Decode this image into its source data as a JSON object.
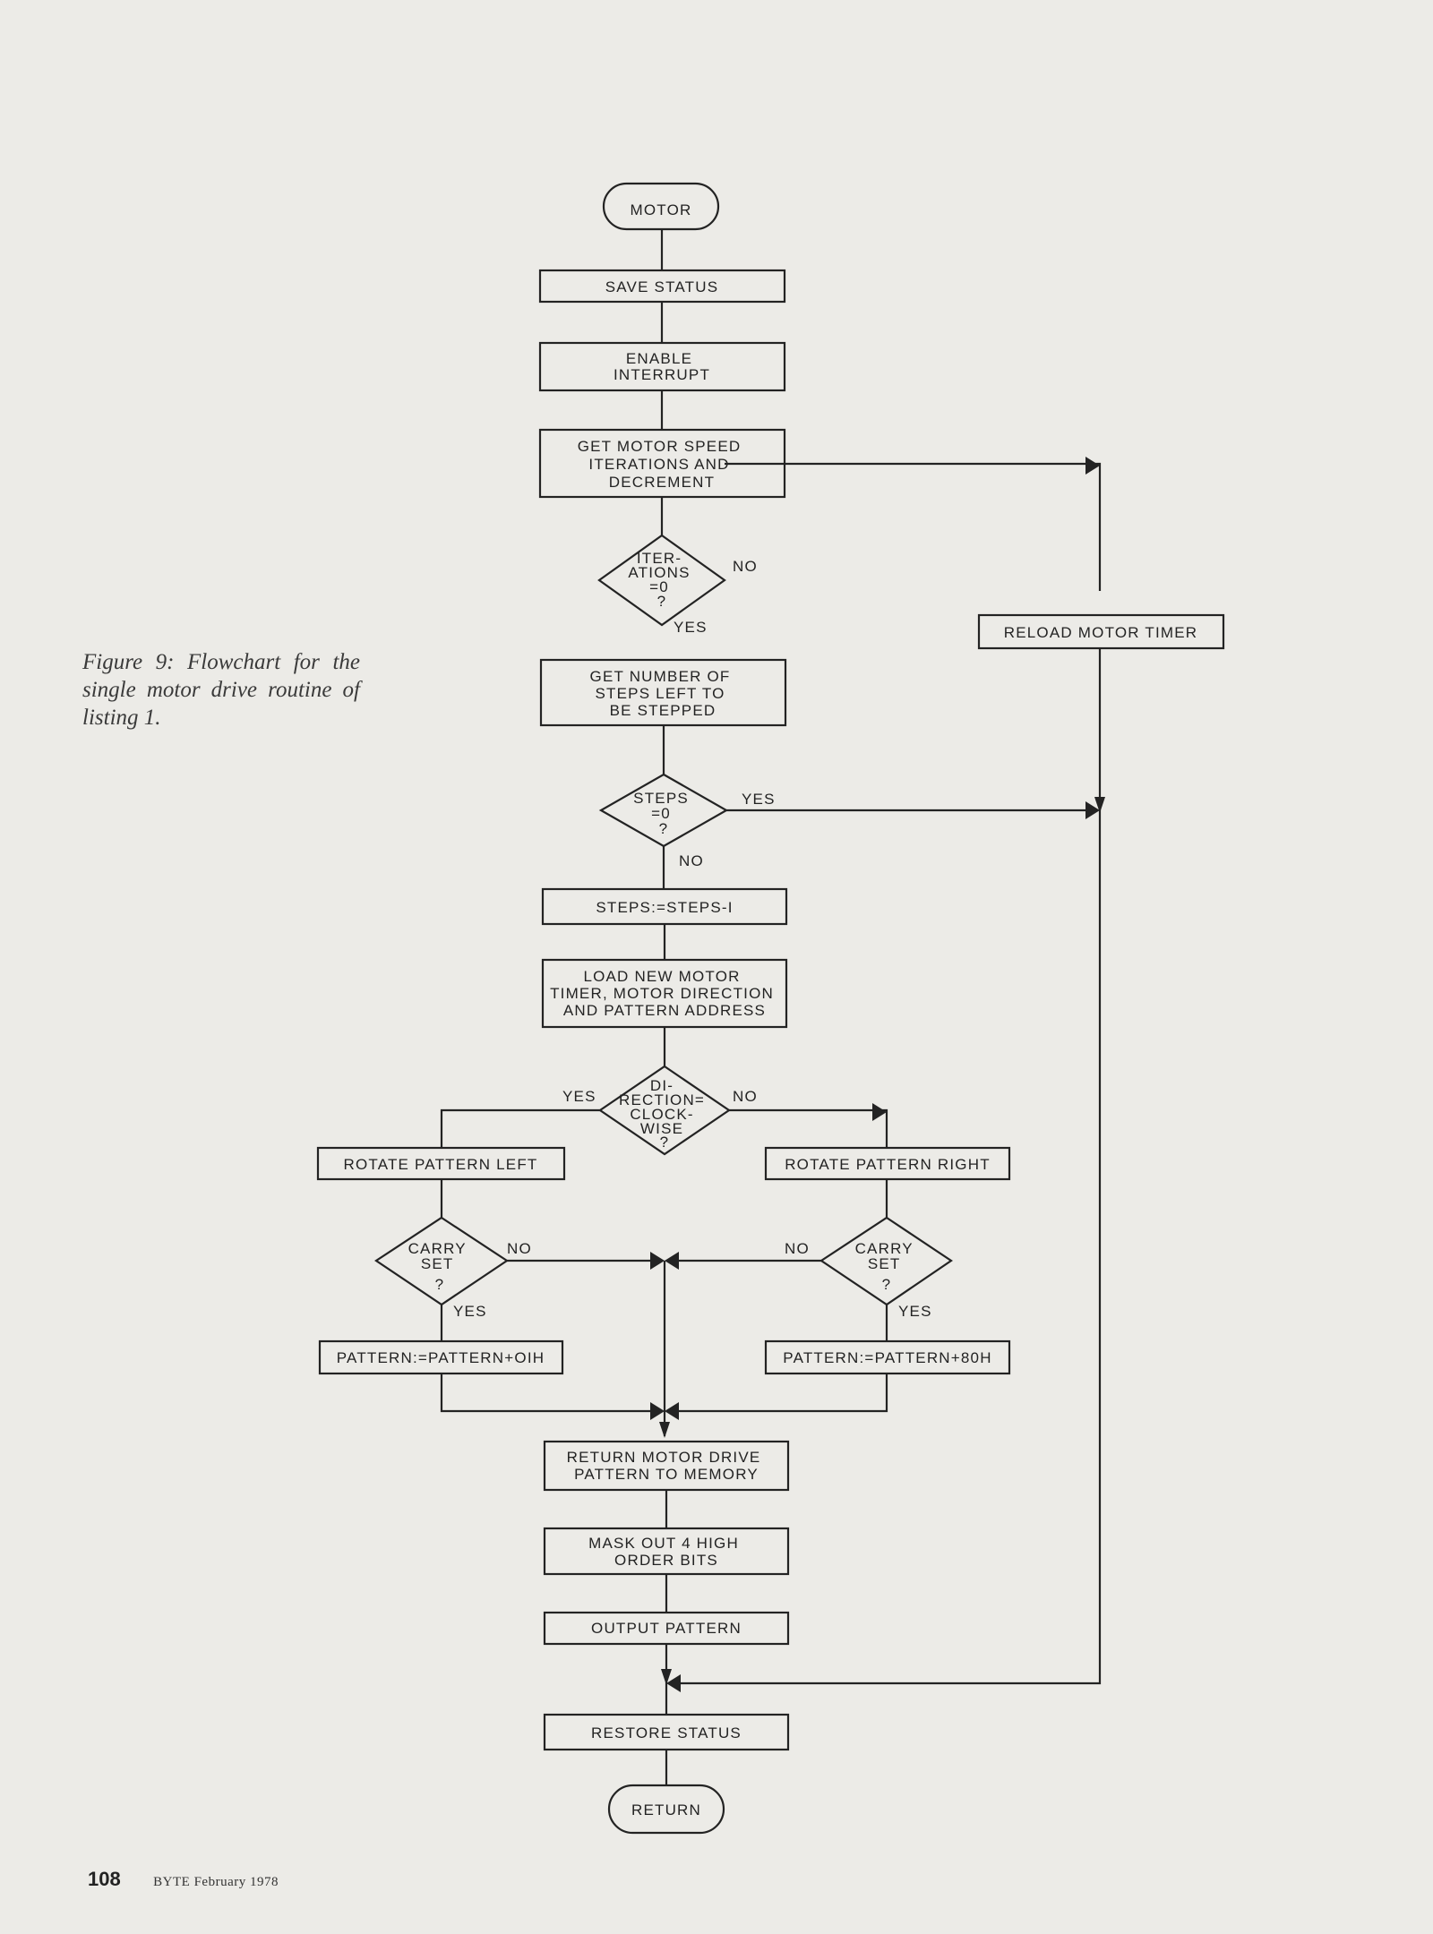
{
  "figure": {
    "caption": "Figure 9: Flowchart for the single motor drive routine of listing 1."
  },
  "footer": {
    "page_number": "108",
    "publication": "BYTE February 1978"
  },
  "flowchart": {
    "nodes": {
      "motor": [
        "MOTOR"
      ],
      "save_status": [
        "SAVE STATUS"
      ],
      "enable_interrupt": [
        "ENABLE",
        "INTERRUPT"
      ],
      "get_speed": [
        "GET MOTOR SPEED",
        "ITERATIONS AND",
        "DECREMENT"
      ],
      "iterations_zero": [
        "ITER-",
        "ATIONS",
        "=0",
        "?"
      ],
      "reload_timer": [
        "RELOAD MOTOR TIMER"
      ],
      "get_steps": [
        "GET NUMBER OF",
        "STEPS LEFT TO",
        "BE STEPPED"
      ],
      "steps_zero": [
        "STEPS",
        "=0",
        "?"
      ],
      "decrement_steps": [
        "STEPS:=STEPS-I"
      ],
      "load_timer": [
        "LOAD NEW MOTOR",
        "TIMER, MOTOR DIRECTION",
        "AND PATTERN ADDRESS"
      ],
      "direction_clockwise": [
        "DI-",
        "RECTION=",
        "CLOCK-",
        "WISE",
        "?"
      ],
      "rotate_left": [
        "ROTATE PATTERN LEFT"
      ],
      "rotate_right": [
        "ROTATE PATTERN RIGHT"
      ],
      "carry_left": [
        "CARRY",
        "SET",
        "?"
      ],
      "carry_right": [
        "CARRY",
        "SET",
        "?"
      ],
      "pattern_01": [
        "PATTERN:=PATTERN+OIH"
      ],
      "pattern_80": [
        "PATTERN:=PATTERN+80H"
      ],
      "return_pattern": [
        "RETURN MOTOR DRIVE",
        "PATTERN TO MEMORY"
      ],
      "mask_bits": [
        "MASK OUT 4 HIGH",
        "ORDER BITS"
      ],
      "output_pattern": [
        "OUTPUT PATTERN"
      ],
      "restore_status": [
        "RESTORE STATUS"
      ],
      "return": [
        "RETURN"
      ]
    },
    "edge_labels": {
      "iterations_no": "NO",
      "iterations_yes": "YES",
      "steps_yes": "YES",
      "steps_no": "NO",
      "direction_yes": "YES",
      "direction_no": "NO",
      "carry_left_no": "NO",
      "carry_left_yes": "YES",
      "carry_right_no": "NO",
      "carry_right_yes": "YES"
    }
  }
}
